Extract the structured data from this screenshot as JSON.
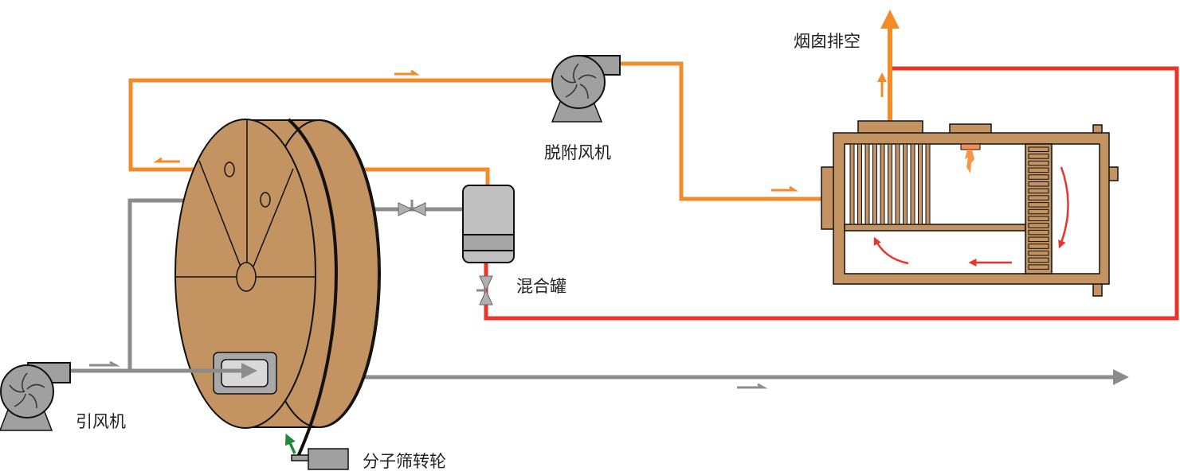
{
  "labels": {
    "chimney": "烟囱排空",
    "desorption_fan": "脱附风机",
    "mixing_tank": "混合罐",
    "induced_fan": "引风机",
    "zeolite_wheel": "分子筛转轮"
  },
  "colors": {
    "desorption_line": "#f28c28",
    "hot_return_line": "#e8342a",
    "process_air_line": "#8c8c8c",
    "wheel": "#c39462",
    "equipment_gray": "#a0a0a0",
    "drive_arrow": "#1e8a3a"
  }
}
